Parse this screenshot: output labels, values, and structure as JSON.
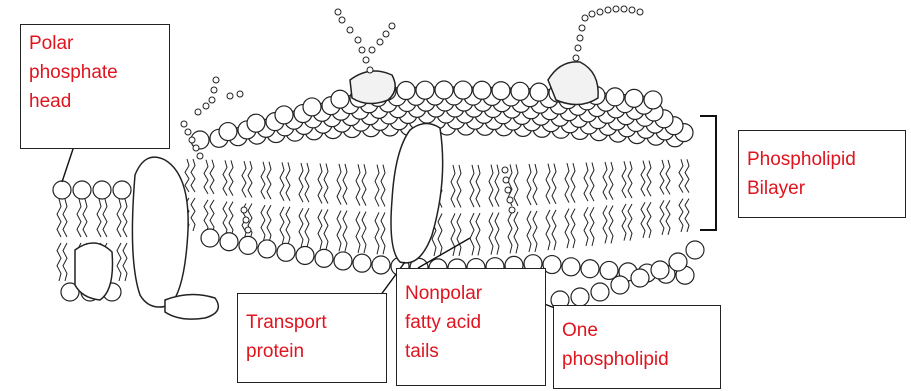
{
  "diagram": {
    "callouts": [
      {
        "id": "polar-head",
        "lines": [
          "Polar",
          "phosphate",
          "head"
        ]
      },
      {
        "id": "bilayer",
        "lines": [
          "Phospholipid",
          "Bilayer"
        ]
      },
      {
        "id": "transport",
        "lines": [
          "Transport",
          "protein"
        ]
      },
      {
        "id": "nonpolar",
        "lines": [
          "Nonpolar",
          "fatty acid",
          "tails"
        ]
      },
      {
        "id": "one-phospholipid",
        "lines": [
          "One",
          "phospholipid"
        ]
      }
    ],
    "label_color": "#e0141e",
    "line_color": "#111111"
  }
}
